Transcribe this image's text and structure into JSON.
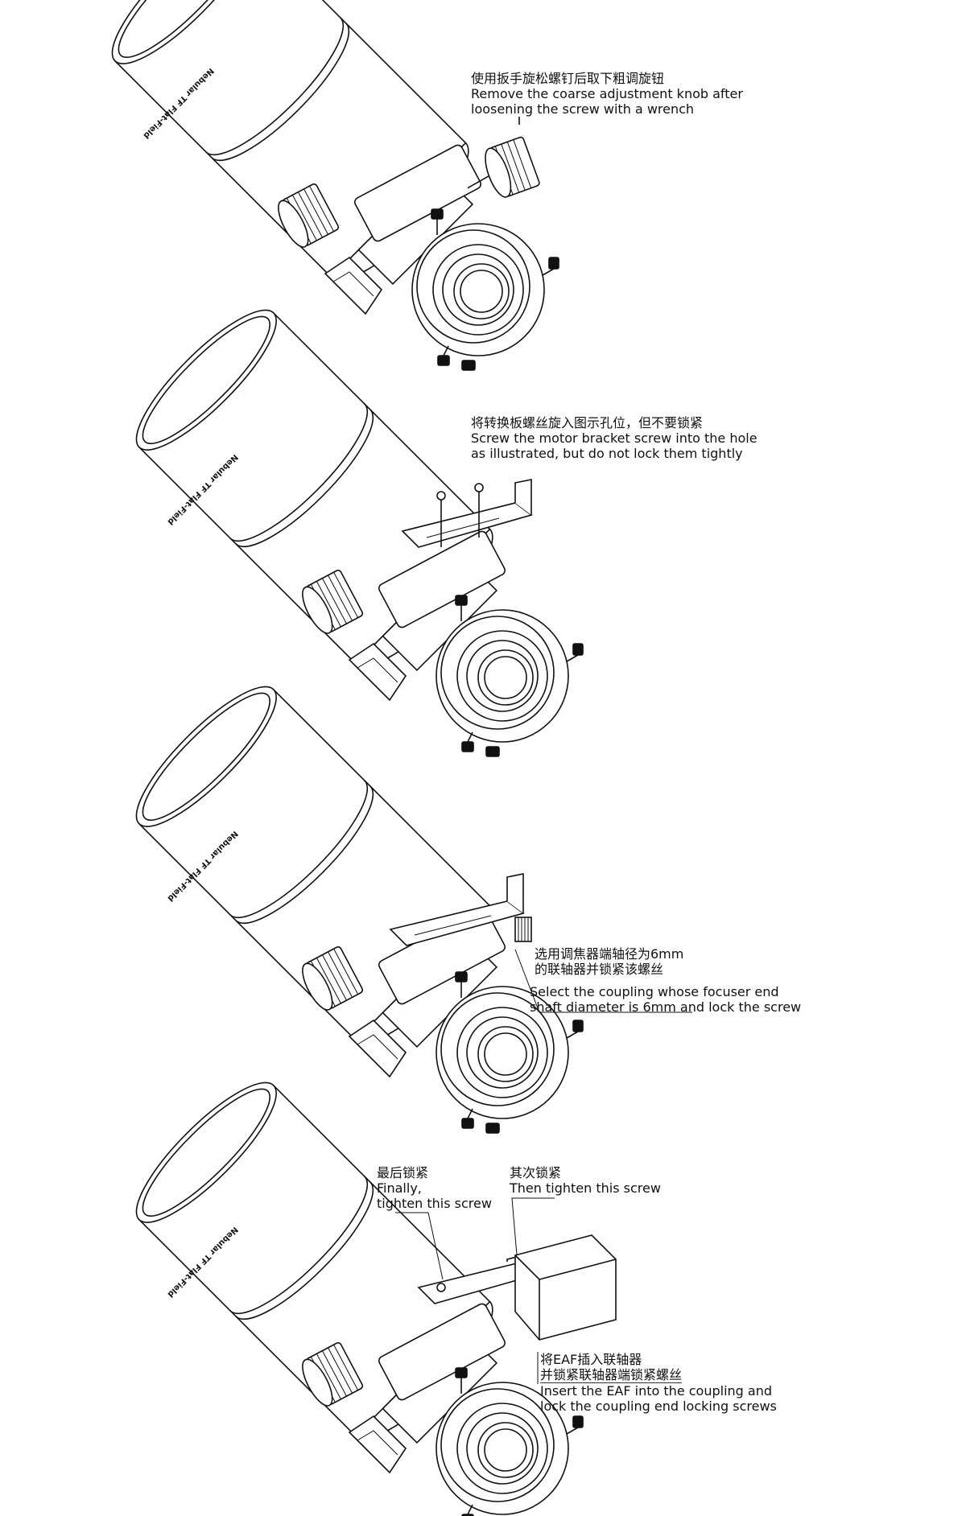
{
  "steps": [
    {
      "zh": "使用扳手旋松螺钉后取下粗调旋钮",
      "en_1": "Remove the coarse adjustment knob after",
      "en_2": "loosening the screw with a wrench"
    },
    {
      "zh": "将转换板螺丝旋入图示孔位，但不要锁紧",
      "en_1": "Screw the motor bracket screw into the hole",
      "en_2": "as illustrated, but do not lock them tightly"
    },
    {
      "zh_1": "选用调焦器端轴径为6mm",
      "zh_2": "的联轴器并锁紧该螺丝",
      "en_1": "Select the coupling whose focuser end",
      "en_2": "shaft diameter is 6mm and lock the screw"
    },
    {
      "final": {
        "zh": "最后锁紧",
        "en_1": "Finally,",
        "en_2": "tighten this screw"
      },
      "then": {
        "zh": "其次锁紧",
        "en": "Then tighten this screw"
      },
      "insert": {
        "zh_1": "将EAF插入联轴器",
        "zh_2": "并锁紧联轴器端锁紧螺丝",
        "en_1": "Insert the EAF into the coupling and",
        "en_2": "lock the coupling end locking screws"
      }
    }
  ],
  "tube_label": "Nebular TF Flat-Field"
}
